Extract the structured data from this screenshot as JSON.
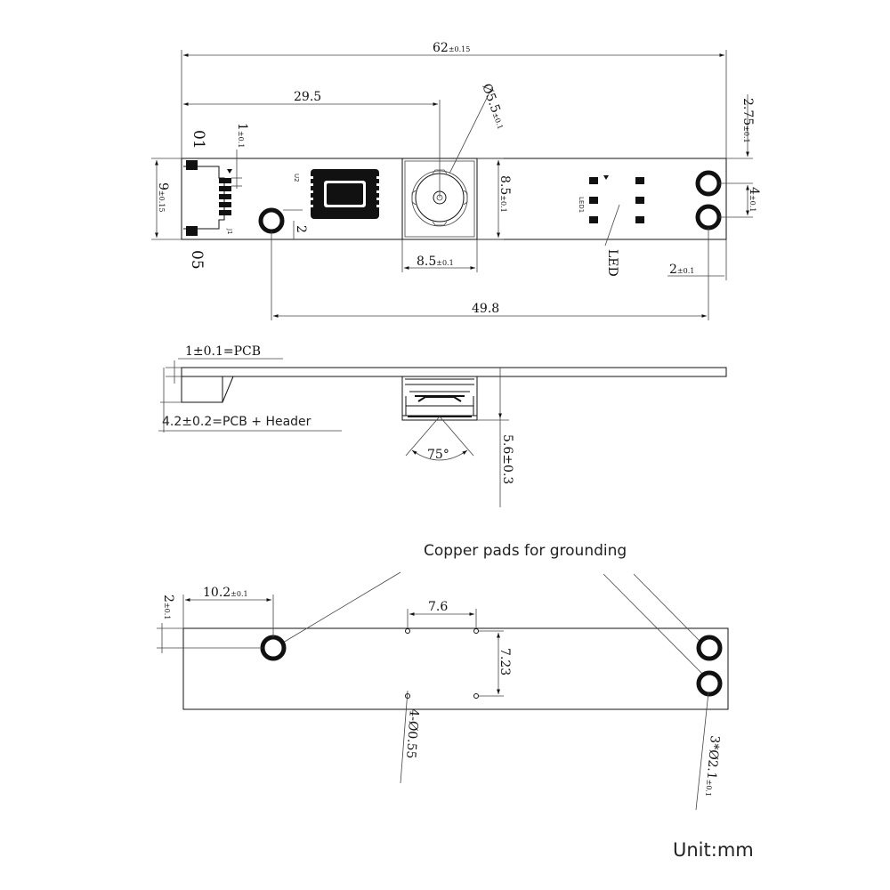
{
  "top_view": {
    "overall_length": {
      "main": "62",
      "tol": "±0.15"
    },
    "lens_position": "29.5",
    "lens_diameter": {
      "main": "Ø5.5",
      "tol": "±0.1"
    },
    "edge_offset": {
      "main": "2.75",
      "tol": "±0.1"
    },
    "height": {
      "main": "9",
      "tol": "±0.15"
    },
    "pin_pitch": {
      "main": "1",
      "tol": "±0.1"
    },
    "pin_first": "01",
    "pin_last": "05",
    "connector_ref": "J1",
    "sensor_ref": "U2",
    "led_ref": "LED1",
    "hole_offset": "2",
    "module_height": {
      "main": "8.5",
      "tol": "±0.1"
    },
    "module_width": {
      "main": "8.5",
      "tol": "±0.1"
    },
    "hole_spacing": {
      "main": "4",
      "tol": "±0.1"
    },
    "right_offset": {
      "main": "2",
      "tol": "±0.1"
    },
    "led_label": "LED",
    "hole_distance": "49.8"
  },
  "side_view": {
    "pcb_thickness": "1±0.1=PCB",
    "header_height": "4.2±0.2=PCB + Header",
    "view_angle": "75°",
    "module_depth": "5.6±0.3"
  },
  "bottom_view": {
    "note": "Copper pads for grounding",
    "left_hole_x": {
      "main": "10.2",
      "tol": "±0.1"
    },
    "top_offset": {
      "main": "2",
      "tol": "±0.1"
    },
    "pad_spacing_x": "7.6",
    "pad_spacing_y": "7.23",
    "small_pads": "4-Ø0.55",
    "holes": {
      "main": "3*Ø2.1",
      "tol": "±0.1"
    }
  },
  "unit_label": "Unit:mm"
}
